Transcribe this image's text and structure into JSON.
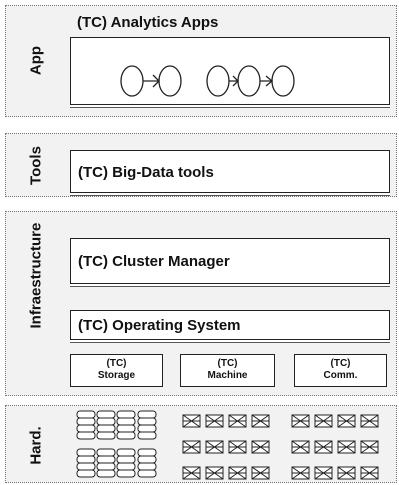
{
  "layers": {
    "app": {
      "label": "App",
      "box_title": "(TC) Analytics Apps"
    },
    "tools": {
      "label": "Tools",
      "box_title": "(TC) Big-Data tools"
    },
    "infrastructure": {
      "label": "Infraestructure",
      "cluster_manager": "(TC) Cluster Manager",
      "operating_system": "(TC) Operating System",
      "components": [
        {
          "line1": "(TC)",
          "line2": "Storage"
        },
        {
          "line1": "(TC)",
          "line2": "Machine"
        },
        {
          "line1": "(TC)",
          "line2": "Comm."
        }
      ]
    },
    "hardware": {
      "label": "Hard."
    }
  },
  "colors": {
    "layer_bg": "#f2f2f2",
    "box_border": "#222222"
  },
  "icons": [
    "pipeline-node-icon",
    "arrow-right-icon",
    "database-icon",
    "server-icon"
  ]
}
